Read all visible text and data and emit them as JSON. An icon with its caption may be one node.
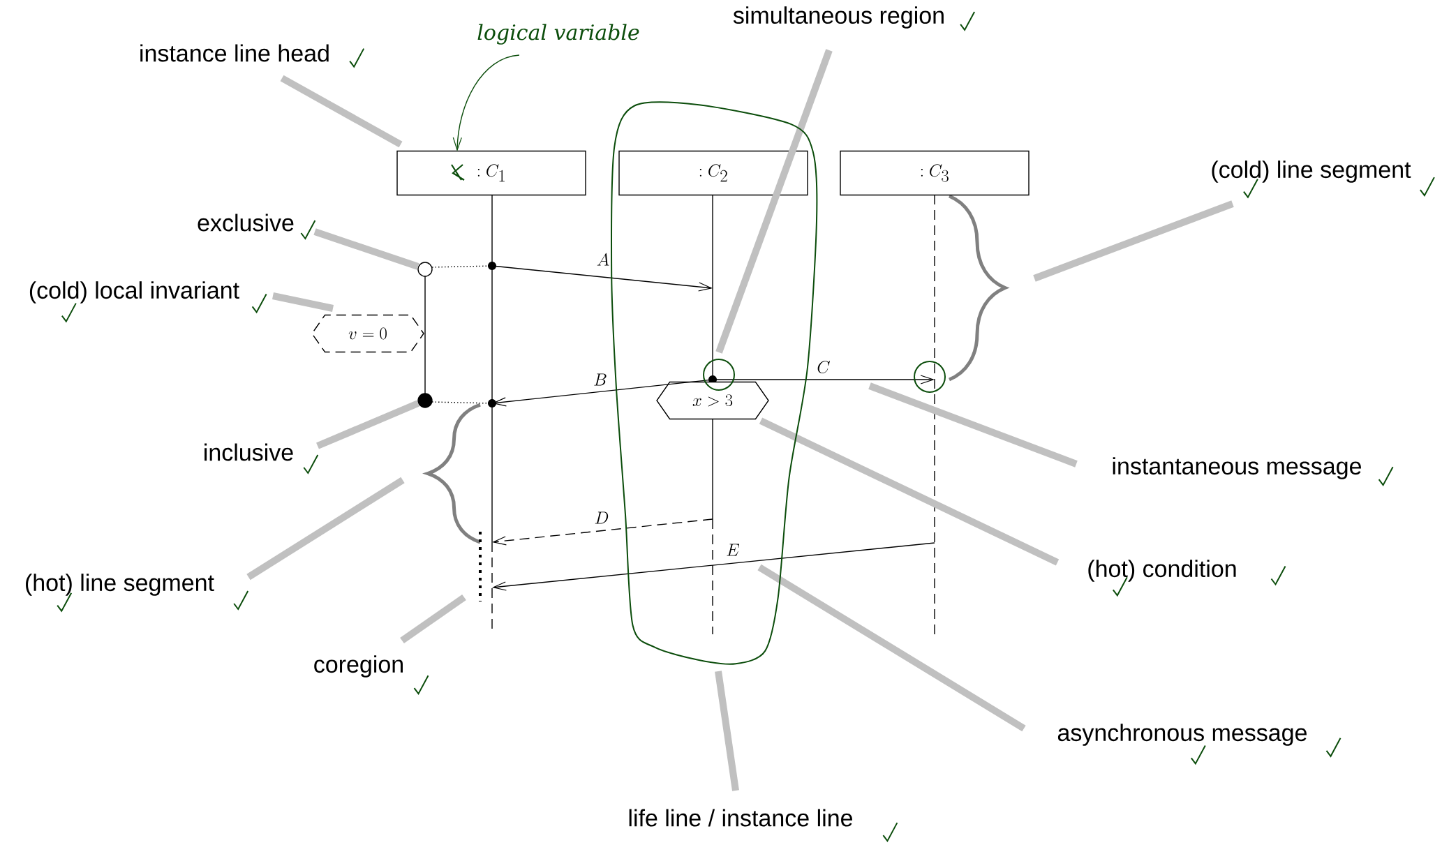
{
  "diagram": {
    "nodes": [
      {
        "text": [
          "instance line head"
        ]
      },
      {
        "text": [
          "logical variable"
        ]
      },
      {
        "text": [
          "simultaneous region"
        ]
      },
      {
        "text": [
          ":C_1"
        ]
      },
      {
        "text": [
          ":C_2"
        ]
      },
      {
        "text": [
          ":C_3"
        ]
      },
      {
        "text": [
          "(cold) line segment"
        ]
      },
      {
        "text": [
          "exclusive"
        ]
      },
      {
        "text": [],
        "shape": "circle"
      },
      {
        "text": [
          "(cold) local invariant"
        ]
      },
      {
        "text": [
          "v = 0"
        ]
      },
      {
        "text": [],
        "shape": "bar"
      },
      {
        "text": [],
        "shape": "bar"
      },
      {
        "text": [],
        "shape": "bar"
      },
      {
        "text": [],
        "shape": "circle"
      },
      {
        "text": [
          "x > 3"
        ]
      },
      {
        "text": [
          "inclusive"
        ]
      },
      {
        "text": [
          "instantaneous message"
        ]
      },
      {
        "text": [
          "(hot) line segment"
        ]
      },
      {
        "text": [
          "(hot) condition"
        ]
      },
      {
        "text": [
          "coregion"
        ]
      },
      {
        "text": [
          "asynchronous message"
        ]
      },
      {
        "text": [
          "life line / instance line"
        ]
      },
      {
        "text": [],
        "shape": "bar"
      }
    ],
    "edges": [
      {
        "from": 0,
        "to": 3,
        "arrow": "none"
      },
      {
        "from": 1,
        "to": 3,
        "arrow": "to",
        "color": "#0b4d0b"
      },
      {
        "from": 2,
        "to": 12,
        "arrow": "none"
      },
      {
        "from": 6,
        "to": null,
        "arrow": "none"
      },
      {
        "from": 7,
        "to": 8,
        "arrow": "none"
      },
      {
        "from": 9,
        "to": 10,
        "arrow": "none"
      },
      {
        "from": 16,
        "to": 14,
        "arrow": "none"
      },
      {
        "from": 17,
        "to": null,
        "arrow": "none"
      },
      {
        "from": 18,
        "to": null,
        "arrow": "none"
      },
      {
        "from": 19,
        "to": 15,
        "arrow": "none"
      },
      {
        "from": 20,
        "to": null,
        "arrow": "none"
      },
      {
        "from": 21,
        "to": null,
        "arrow": "none"
      },
      {
        "from": 22,
        "to": null,
        "arrow": "none"
      },
      {
        "from": 8,
        "to": 11,
        "arrow": "none",
        "style": "dashed",
        "color": "#000000"
      },
      {
        "from": 14,
        "to": 11,
        "arrow": "none",
        "style": "dashed",
        "color": "#000000"
      },
      {
        "from": 8,
        "to": 14,
        "arrow": "none",
        "color": "#000000"
      },
      {
        "from": 11,
        "to": 12,
        "arrow": "to",
        "label": "A",
        "color": "#000000"
      },
      {
        "from": 12,
        "to": 11,
        "arrow": "to",
        "label": "B",
        "color": "#000000"
      },
      {
        "from": 12,
        "to": 13,
        "arrow": "to",
        "label": "C",
        "color": "#000000"
      },
      {
        "from": 23,
        "to": 11,
        "arrow": "to",
        "label": "D",
        "style": "dashed",
        "color": "#000000"
      },
      {
        "from": 13,
        "to": 11,
        "arrow": "to",
        "label": "E",
        "color": "#000000"
      }
    ]
  }
}
